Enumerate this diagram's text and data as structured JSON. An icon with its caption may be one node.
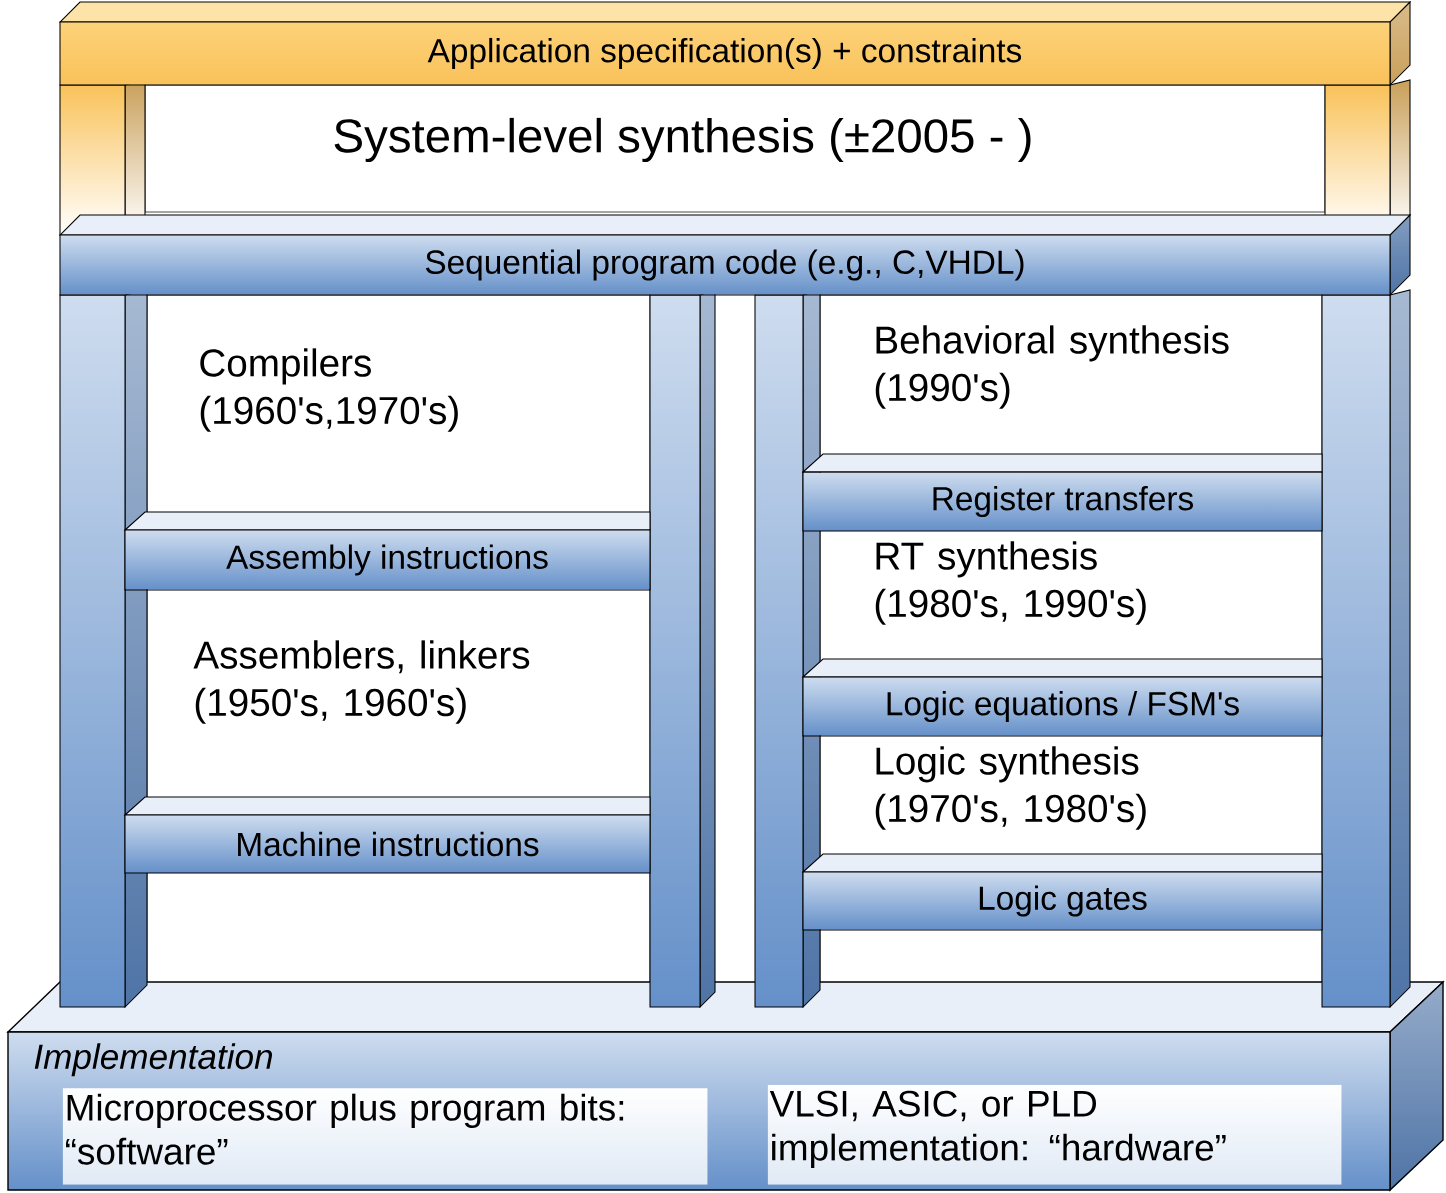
{
  "diagram": {
    "nodes": [
      {
        "text": [
          "Application specification(s) + constraints"
        ]
      },
      {
        "text": [
          "Sequential program code (e.g., C,VHDL)"
        ]
      },
      {
        "text": [
          "Assembly instructions"
        ]
      },
      {
        "text": [
          "Machine instructions"
        ]
      },
      {
        "text": [
          "Register transfers"
        ]
      },
      {
        "text": [
          "Logic equations / FSM's"
        ]
      },
      {
        "text": [
          "Logic gates"
        ]
      },
      {
        "text": [
          "Implementation"
        ]
      },
      {
        "text": [
          "Microprocessor plus program bits: “software”"
        ],
        "in": 7
      },
      {
        "text": [
          "VLSI, ASIC, or PLD implementation: “hardware”"
        ],
        "in": 7
      }
    ],
    "labels": [
      "System-level synthesis (±2005 - )",
      "Compilers (1960's,1970's)",
      "Assemblers, linkers (1950's, 1960's)",
      "Behavioral synthesis (1990's)",
      "RT synthesis (1980's, 1990's)",
      "Logic synthesis (1970's, 1980's)"
    ]
  }
}
